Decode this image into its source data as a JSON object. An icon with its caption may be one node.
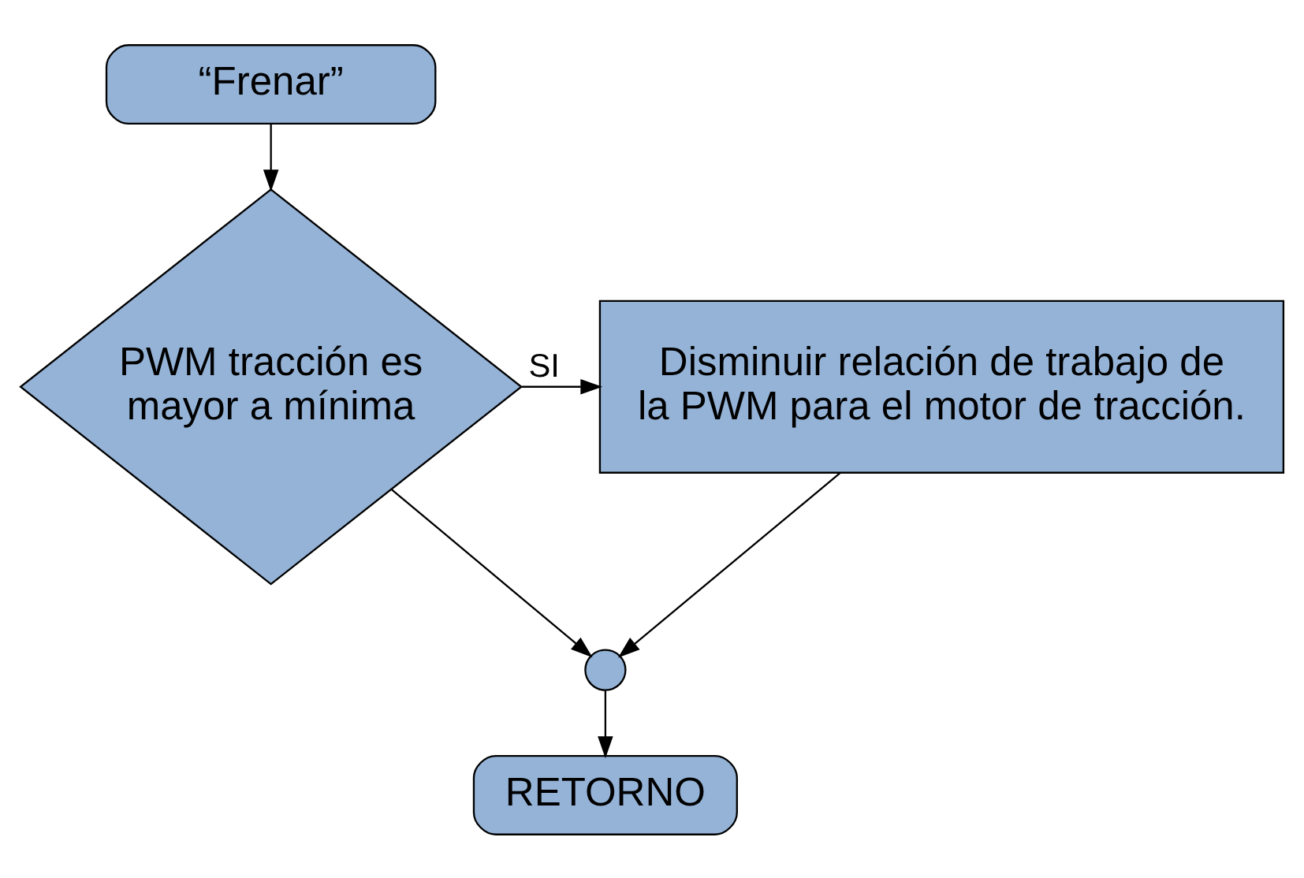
{
  "diagram": {
    "nodes": [
      {
        "text": [
          "“Frenar”"
        ]
      },
      {
        "text": [
          "PWM tracción es mayor a mínima"
        ]
      },
      {
        "text": [
          "Disminuir relación de trabajo de la PWM para el motor de tracción."
        ]
      },
      {
        "text": [],
        "shape": "circle"
      },
      {
        "text": [
          "RETORNO"
        ]
      }
    ],
    "edges": [
      {
        "from": 0,
        "to": 1,
        "arrow": "to"
      },
      {
        "from": 1,
        "to": 2,
        "arrow": "to",
        "label": "SI"
      },
      {
        "from": 1,
        "to": 3,
        "arrow": "to"
      },
      {
        "from": 2,
        "to": 3,
        "arrow": "to"
      },
      {
        "from": 3,
        "to": 4,
        "arrow": "to"
      }
    ]
  }
}
